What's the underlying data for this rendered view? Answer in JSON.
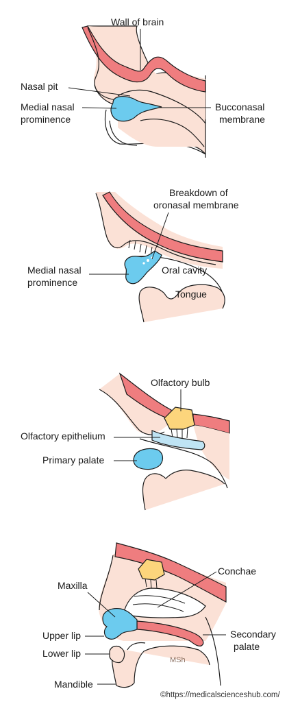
{
  "colors": {
    "brain_wall": "#ef7d7f",
    "tissue": "#fbe1d6",
    "nasal_prominence": "#6ccbee",
    "olfactory_bulb": "#fcd57c",
    "epithelium": "#bfe4f4",
    "outline": "#1a1a1a"
  },
  "panels": [
    {
      "labels": {
        "wall_of_brain": "Wall of brain",
        "nasal_pit": "Nasal pit",
        "medial_nasal_line1": "Medial nasal",
        "medial_nasal_line2": "prominence",
        "bucconasal_line1": "Bucconasal",
        "bucconasal_line2": "membrane"
      }
    },
    {
      "labels": {
        "breakdown_line1": "Breakdown of",
        "breakdown_line2": "oronasal membrane",
        "medial_nasal_line1": "Medial nasal",
        "medial_nasal_line2": "prominence",
        "oral_cavity": "Oral cavity",
        "tongue": "Tongue"
      }
    },
    {
      "labels": {
        "olfactory_bulb": "Olfactory bulb",
        "olfactory_epithelium": "Olfactory epithelium",
        "primary_palate": "Primary palate"
      }
    },
    {
      "labels": {
        "maxilla": "Maxilla",
        "conchae": "Conchae",
        "upper_lip": "Upper lip",
        "secondary_palate_line1": "Secondary",
        "secondary_palate_line2": "palate",
        "lower_lip": "Lower lip",
        "mandible": "Mandible",
        "watermark": "MSh"
      }
    }
  ],
  "credit": "©https://medicalscienceshub.com/"
}
